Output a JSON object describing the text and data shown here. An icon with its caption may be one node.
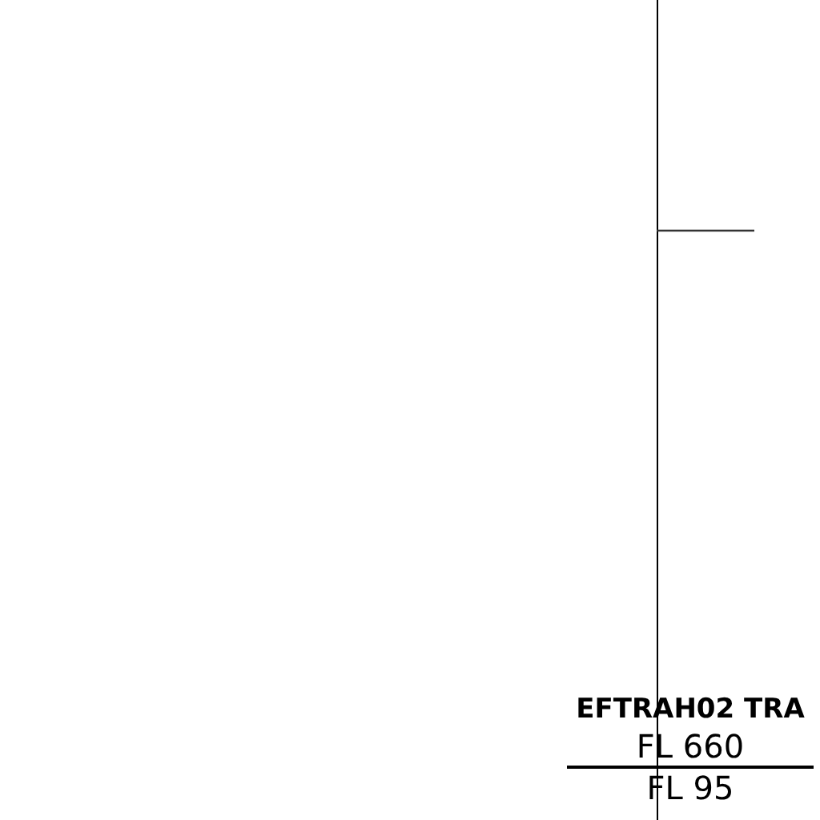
{
  "diagram": {
    "labels": [
      "EFTRAH02 TRA",
      "FL 660",
      "FL 95"
    ]
  }
}
